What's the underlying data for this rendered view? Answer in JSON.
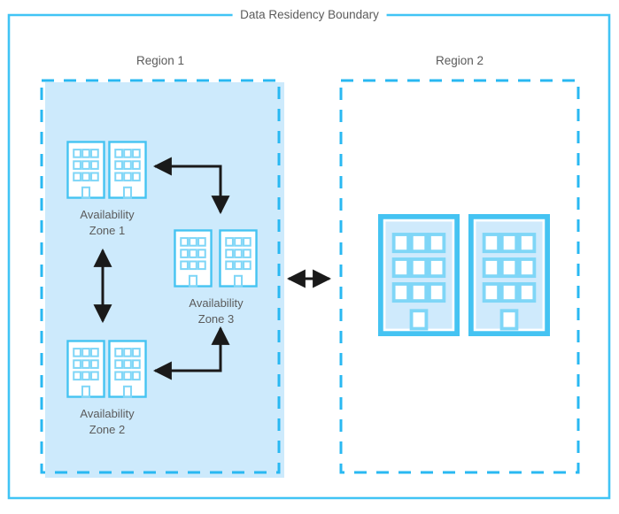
{
  "diagram": {
    "title": "Data Residency Boundary",
    "type": "architecture-diagram",
    "colors": {
      "boundary_line": "#41c4f5",
      "dashed_border": "#29b8f2",
      "region1_fill": "#cdeafc",
      "building_outline": "#45c3f2",
      "building_fill_white": "#ffffff",
      "building_fill_blue": "#cfeafc",
      "arrow": "#1a1a1a",
      "text": "#5b5b5b",
      "page_background": "#ffffff"
    },
    "regions": [
      {
        "id": "region-1",
        "title": "Region 1",
        "filled": true,
        "zones": [
          {
            "id": "az-1",
            "label": "Availability\nZone 1",
            "line1": "Availability",
            "line2": "Zone 1",
            "building_count": 2,
            "style": "white"
          },
          {
            "id": "az-2",
            "label": "Availability\nZone 2",
            "line1": "Availability",
            "line2": "Zone 2",
            "building_count": 2,
            "style": "white"
          },
          {
            "id": "az-3",
            "label": "Availability\nZone 3",
            "line1": "Availability",
            "line2": "Zone 3",
            "building_count": 2,
            "style": "white"
          }
        ]
      },
      {
        "id": "region-2",
        "title": "Region 2",
        "filled": false,
        "zones": [
          {
            "id": "region2-buildings",
            "label": "",
            "line1": "",
            "line2": "",
            "building_count": 2,
            "style": "blue"
          }
        ]
      }
    ],
    "connectors": [
      {
        "id": "connector-az1-az3",
        "from": "az-1",
        "to": "az-3",
        "shape": "elbow",
        "arrowheads": "both"
      },
      {
        "id": "connector-az1-az2",
        "from": "az-1",
        "to": "az-2",
        "shape": "vertical",
        "arrowheads": "both"
      },
      {
        "id": "connector-az2-az3",
        "from": "az-2",
        "to": "az-3",
        "shape": "elbow",
        "arrowheads": "both"
      },
      {
        "id": "connector-region1-region2",
        "from": "region-1",
        "to": "region-2",
        "shape": "horizontal",
        "arrowheads": "both"
      }
    ],
    "building_icon": {
      "name": "office-building-icon",
      "window_rows": 3,
      "window_cols": 3,
      "has_door": true
    }
  }
}
